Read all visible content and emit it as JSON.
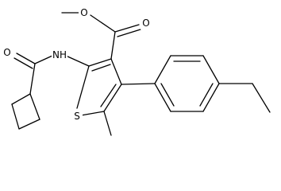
{
  "atoms": {
    "ester_carbonyl_o": "O",
    "ester_ether_o": "O",
    "amide_o": "O",
    "amide_nh": "NH",
    "ring_s": "S"
  }
}
